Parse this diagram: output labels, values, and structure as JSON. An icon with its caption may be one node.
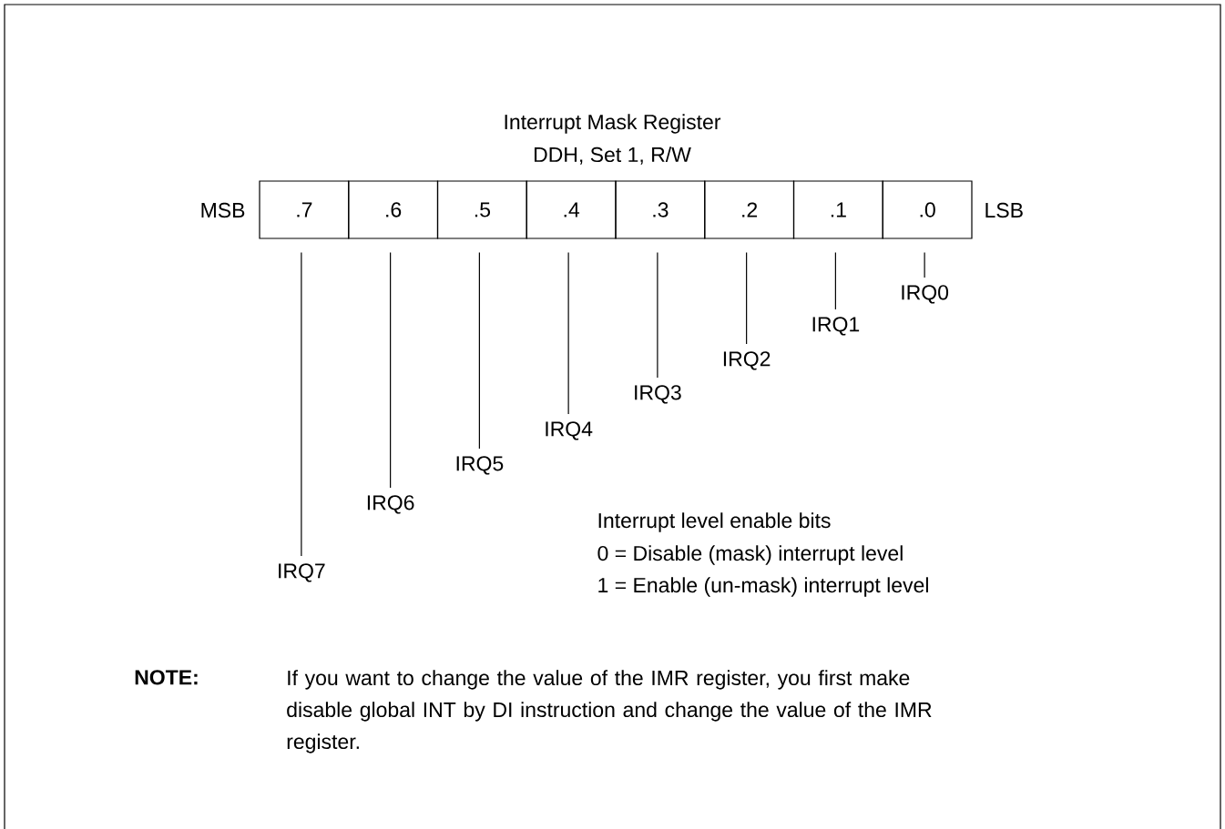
{
  "diagram": {
    "title": "Interrupt Mask Register",
    "nodes": [
      {
        "text": [
          ".7"
        ]
      },
      {
        "text": [
          ".6"
        ]
      },
      {
        "text": [
          ".5"
        ]
      },
      {
        "text": [
          ".4"
        ]
      },
      {
        "text": [
          ".3"
        ]
      },
      {
        "text": [
          ".2"
        ]
      },
      {
        "text": [
          ".1"
        ]
      },
      {
        "text": [
          ".0"
        ]
      },
      {
        "text": [
          "IRQ7"
        ]
      },
      {
        "text": [
          "IRQ6"
        ]
      },
      {
        "text": [
          "IRQ5"
        ]
      },
      {
        "text": [
          "IRQ4"
        ]
      },
      {
        "text": [
          "IRQ3"
        ]
      },
      {
        "text": [
          "IRQ2"
        ]
      },
      {
        "text": [
          "IRQ1"
        ]
      },
      {
        "text": [
          "IRQ0"
        ]
      }
    ],
    "edges": [
      {
        "from": 0,
        "to": 8,
        "arrow": "none"
      },
      {
        "from": 1,
        "to": 9,
        "arrow": "none"
      },
      {
        "from": 2,
        "to": 10,
        "arrow": "none"
      },
      {
        "from": 3,
        "to": 11,
        "arrow": "none"
      },
      {
        "from": 4,
        "to": 12,
        "arrow": "none"
      },
      {
        "from": 5,
        "to": 13,
        "arrow": "none"
      },
      {
        "from": 6,
        "to": 14,
        "arrow": "none"
      },
      {
        "from": 7,
        "to": 15,
        "arrow": "none"
      }
    ],
    "labels": [
      "DDH, Set 1, R/W",
      "MSB",
      "LSB",
      "Interrupt level enable bits",
      "0 = Disable (mask) interrupt level",
      "1 = Enable (un-mask) interrupt level",
      "NOTE:",
      "If you want to change the value of the IMR register, you first make disable global INT by DI instruction and change the value of the IMR register."
    ]
  }
}
